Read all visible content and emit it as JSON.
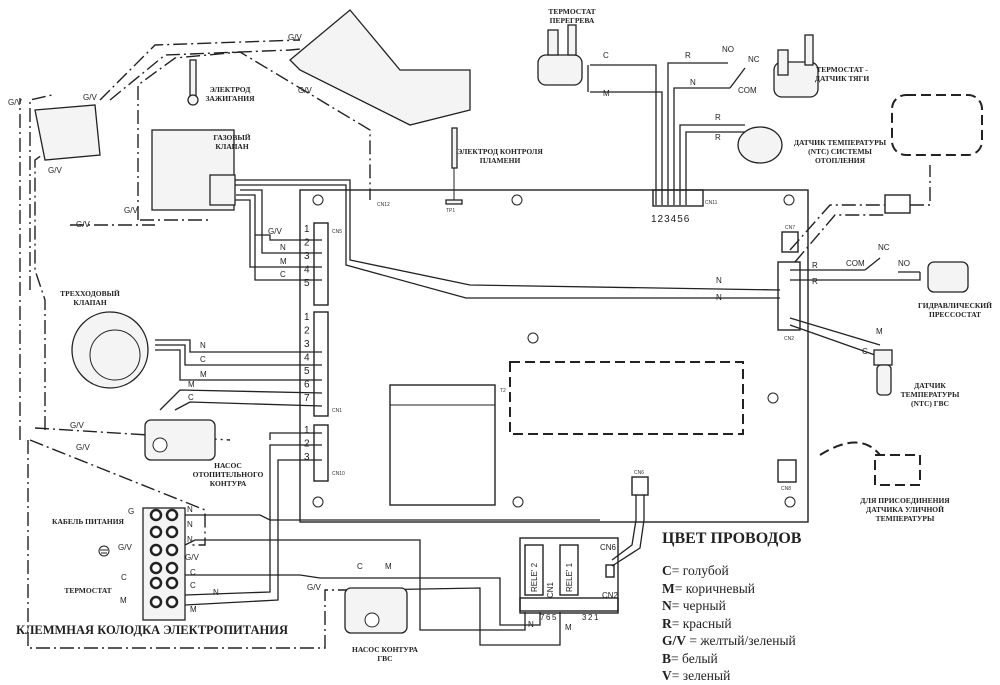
{
  "components": {
    "overheat_thermostat": [
      "ТЕРМОСТАТ",
      "ПЕРЕГРЕВА"
    ],
    "draft_thermostat": [
      "ТЕРМОСТАТ -",
      "ДАТЧИК ТЯГИ"
    ],
    "heating_ntc": [
      "ДАТЧИК  ТЕМПЕРАТУРЫ",
      "(NTC) СИСТЕМЫ",
      "ОТОПЛЕНИЯ"
    ],
    "ignition_electrode": [
      "ЭЛЕКТРОД",
      "ЗАЖИГАНИЯ"
    ],
    "gas_valve": [
      "ГАЗОВЫЙ",
      "КЛАПАН"
    ],
    "flame_electrode": [
      "ЭЛЕКТРОД КОНТРОЛЯ",
      "ПЛАМЕНИ"
    ],
    "pressure_switch": [
      "ГИДРАВЛИЧЕСКИЙ",
      "ПРЕССОСТАТ"
    ],
    "dhw_ntc": [
      "ДАТЧИК",
      "ТЕМПЕРАТУРЫ",
      "(NTC) ГВС"
    ],
    "outdoor_sensor": [
      "ДЛЯ ПРИСОЕДИНЕНИЯ",
      "ДАТЧИКА УЛИЧНОЙ",
      "ТЕМПЕРАТУРЫ"
    ],
    "three_way_valve": [
      "ТРЕХХОДОВЫЙ",
      "КЛАПАН"
    ],
    "heating_pump": [
      "НАСОС",
      "ОТОПИТЕЛЬНОГО",
      "КОНТУРА"
    ],
    "power_cable": [
      "КАБЕЛЬ ПИТАНИЯ"
    ],
    "room_thermostat": [
      "ТЕРМОСТАТ"
    ],
    "dhw_pump": [
      "НАСОС КОНТУРА",
      "ГВС"
    ]
  },
  "terminal_block_title": "КЛЕММНАЯ КОЛОДКА ЭЛЕКТРОПИТАНИЯ",
  "connectors": {
    "cn5": "CN5",
    "cn1": "CN1",
    "cn10": "CN10",
    "cn11": "CN11",
    "cn7": "CN7",
    "cn2": "CN2",
    "cn8": "CN8",
    "cn6_board": "CN6",
    "cn12": "CN12",
    "tp1": "TP1",
    "t2": "T2",
    "cn5_pins": [
      "1",
      "2",
      "3",
      "4",
      "5"
    ],
    "cn1_pins": [
      "1",
      "2",
      "3",
      "4",
      "5",
      "6",
      "7"
    ],
    "cn10_pins": [
      "1",
      "2",
      "3"
    ],
    "cn11_pins": "123456"
  },
  "relay_board": {
    "rele2": "RELE' 2",
    "rele1": "RELE' 1",
    "cn1": "CN1",
    "cn6": "CN6",
    "cn2": "CN2",
    "pins": [
      "7",
      "6",
      "5",
      "3",
      "2",
      "1"
    ]
  },
  "wire_labels": [
    "G/V",
    "G/V",
    "G/V",
    "G/V",
    "G/V",
    "G/V",
    "G/V",
    "G/V",
    "N",
    "M",
    "C",
    "C",
    "M",
    "R",
    "N",
    "NO",
    "NC",
    "COM",
    "R",
    "R",
    "N",
    "N",
    "R",
    "R",
    "COM",
    "NC",
    "NO",
    "M",
    "C",
    "N",
    "C",
    "M",
    "M",
    "C",
    "G/V",
    "G/V",
    "G",
    "N",
    "N",
    "G/V",
    "N",
    "G/V",
    "C",
    "C",
    "C",
    "M",
    "N",
    "M",
    "G/V",
    "C",
    "M",
    "N",
    "M"
  ],
  "legend": {
    "title": "ЦВЕТ ПРОВОДОВ",
    "items": [
      {
        "key": "C",
        "sep": "= ",
        "value": "голубой"
      },
      {
        "key": "M",
        "sep": "= ",
        "value": "коричневый"
      },
      {
        "key": "N",
        "sep": "= ",
        "value": "черный"
      },
      {
        "key": "R",
        "sep": "= ",
        "value": "красный"
      },
      {
        "key": "G/V",
        "sep": " = ",
        "value": "желтый/зеленый"
      },
      {
        "key": "B",
        "sep": "= ",
        "value": "белый"
      },
      {
        "key": "V",
        "sep": "= ",
        "value": "зеленый"
      }
    ]
  }
}
